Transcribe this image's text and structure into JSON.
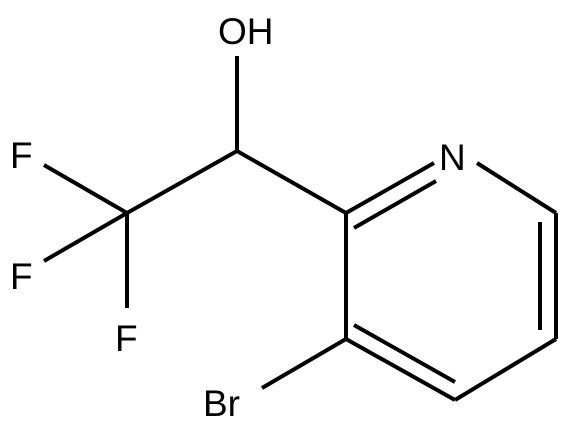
{
  "molecule": {
    "atoms": {
      "oh": "OH",
      "n": "N",
      "br": "Br",
      "f1": "F",
      "f2": "F",
      "f3": "F"
    }
  },
  "colors": {
    "bond": "#000000",
    "label": "#000000",
    "background": "#ffffff"
  }
}
